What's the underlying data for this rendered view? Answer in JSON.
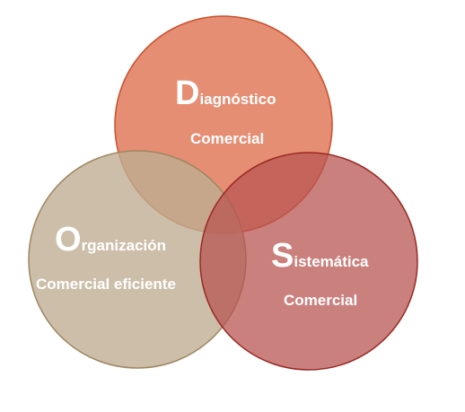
{
  "circles": [
    {
      "id": "diagnostico",
      "title_initial": "D",
      "title_rest": "iagnóstico",
      "subtitle": "Comercial",
      "fill": "#e07a5a",
      "stroke": "#c8502d"
    },
    {
      "id": "organizacion",
      "title_initial": "O",
      "title_rest": "rganización",
      "subtitle": "Comercial eficiente",
      "fill": "#bfae92",
      "stroke": "#9e8762"
    },
    {
      "id": "sistematica",
      "title_initial": "S",
      "title_rest": "istemática",
      "subtitle": "Comercial",
      "fill": "#b85552",
      "stroke": "#9a2a24"
    }
  ],
  "colors": {
    "text": "#ffffff",
    "background": "#ffffff"
  }
}
